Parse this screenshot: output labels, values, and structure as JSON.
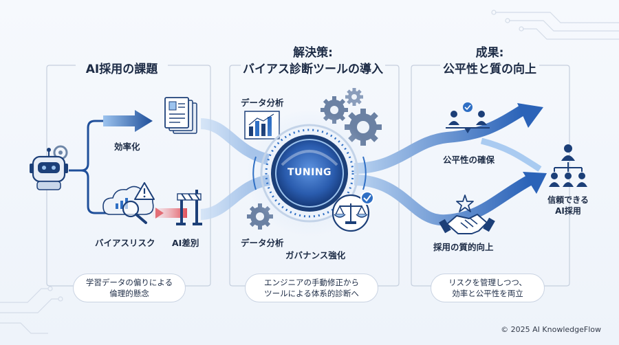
{
  "sections": {
    "challenge": {
      "title": "AI採用の課題",
      "labels": {
        "efficiency": "効率化",
        "bias_risk": "バイアスリスク",
        "discrimination": "AI差別"
      },
      "caption": [
        "学習データの偏りによる",
        "倫理的懸念"
      ]
    },
    "solution": {
      "title_line1": "解決策:",
      "title_line2": "バイアス診断ツールの導入",
      "labels": {
        "data_analysis_top": "データ分析",
        "data_analysis_bottom": "データ分析",
        "governance": "ガバナンス強化",
        "dial": "TUNING"
      },
      "caption": [
        "エンジニアの手動修正から",
        "ツールによる体系的診断へ"
      ]
    },
    "outcome": {
      "title_line1": "成果:",
      "title_line2": "公平性と質の向上",
      "labels": {
        "fairness": "公平性の確保",
        "quality": "採用の質的向上",
        "trusted_line1": "信頼できる",
        "trusted_line2": "AI採用"
      },
      "caption": [
        "リスクを管理しつつ、",
        "効率と公平性を両立"
      ]
    }
  },
  "footer": "© 2025 AI KnowledgeFlow",
  "colors": {
    "navy": "#1c3f78",
    "blue": "#2f6fc4",
    "light_blue": "#9cc3ee",
    "warning_red": "#e0505a"
  }
}
